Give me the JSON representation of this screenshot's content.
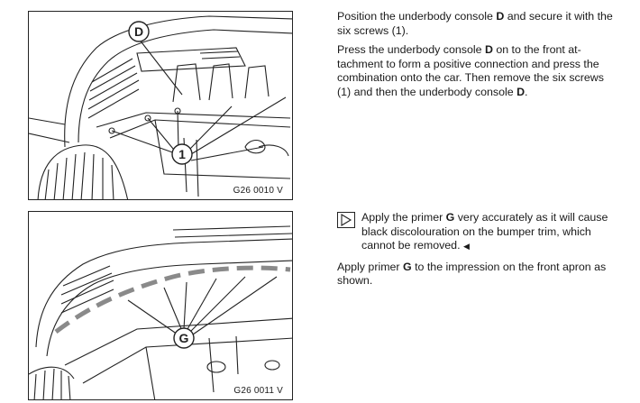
{
  "figures": [
    {
      "code": "G26 0010 V",
      "callouts": {
        "console": "D",
        "screws": "1"
      }
    },
    {
      "code": "G26 0011 V",
      "callouts": {
        "primer": "G"
      }
    }
  ],
  "section1": {
    "para1": {
      "t1": "Position the underbody console ",
      "b1": "D",
      "t2": " and secure it with the six screws (1)."
    },
    "para2": {
      "t1": "Press the underbody console ",
      "b1": "D",
      "t2": " on to the front at­tachment to form a positive connection and press the combination onto the car. Then remove the six screws (1) and then the underbody console ",
      "b2": "D",
      "t3": "."
    }
  },
  "section2": {
    "note": {
      "t1": "Apply the primer ",
      "b1": "G",
      "t2": " very accurately as it will cause black discolouration on the bumper trim, which cannot be removed. ",
      "end": "◀"
    },
    "para": {
      "t1": "Apply primer ",
      "b1": "G",
      "t2": " to the impression on the front apron as shown."
    }
  }
}
